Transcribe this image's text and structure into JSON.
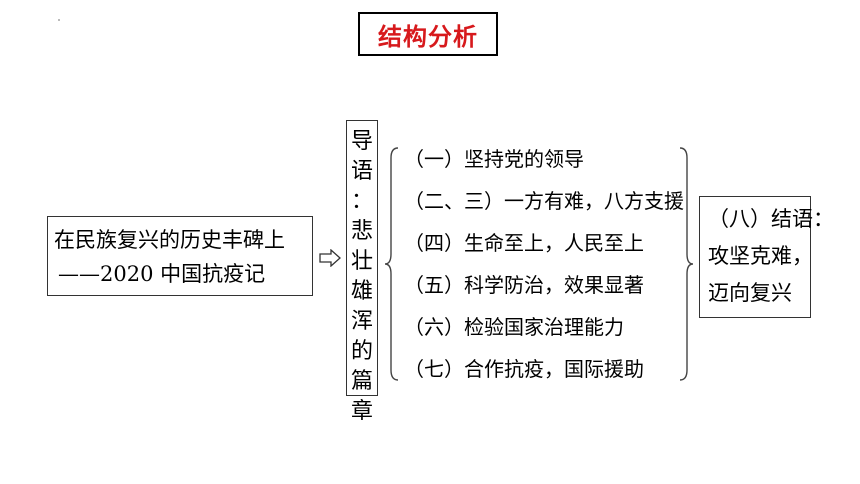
{
  "title": "结构分析",
  "left_box": {
    "line1": "在民族复兴的历史丰碑上",
    "line2": "——2020 中国抗疫记"
  },
  "vertical_box": {
    "chars": [
      "导",
      "语",
      "：",
      "悲",
      "壮",
      "雄",
      "浑",
      "的",
      "篇",
      "章"
    ]
  },
  "items": [
    "（一）坚持党的领导",
    "（二、三）一方有难，八方支援",
    "（四）生命至上，人民至上",
    "（五）科学防治，效果显著",
    "（六）检验国家治理能力",
    "（七）合作抗疫，国际援助"
  ],
  "right_box": {
    "lines": [
      "（八）结语：",
      "攻坚克难，",
      "迈向复兴"
    ]
  },
  "colors": {
    "title": "#d7191c",
    "border": "#333333"
  }
}
